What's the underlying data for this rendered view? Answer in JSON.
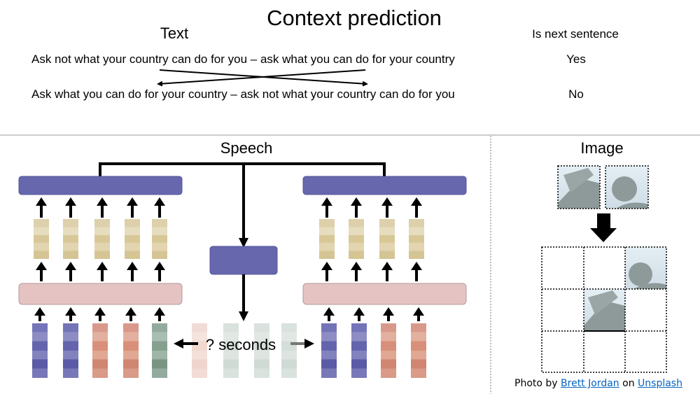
{
  "title": "Context prediction",
  "text_section": {
    "heading": "Text",
    "column_label": "Is next sentence",
    "rows": [
      {
        "sentence": "Ask not what your country can do for you – ask what you can do for your country",
        "label": "Yes"
      },
      {
        "sentence": "Ask what you can do for your country – ask not what your country can do for you",
        "label": "No"
      }
    ]
  },
  "speech_section": {
    "heading": "Speech",
    "gap_label": "? seconds"
  },
  "image_section": {
    "heading": "Image",
    "caption_prefix": "Photo by",
    "author_link": "Brett Jordan",
    "caption_mid": "on",
    "source_link": "Unsplash"
  },
  "colors": {
    "encoder": "#6767ad",
    "pink_layer": "#e6c3c3",
    "yellow_feature": "#dccb9a",
    "purple_frame": "#6f6fb5",
    "red_frame": "#d9907c",
    "green_frame": "#8aa898",
    "link": "#0563c1"
  }
}
